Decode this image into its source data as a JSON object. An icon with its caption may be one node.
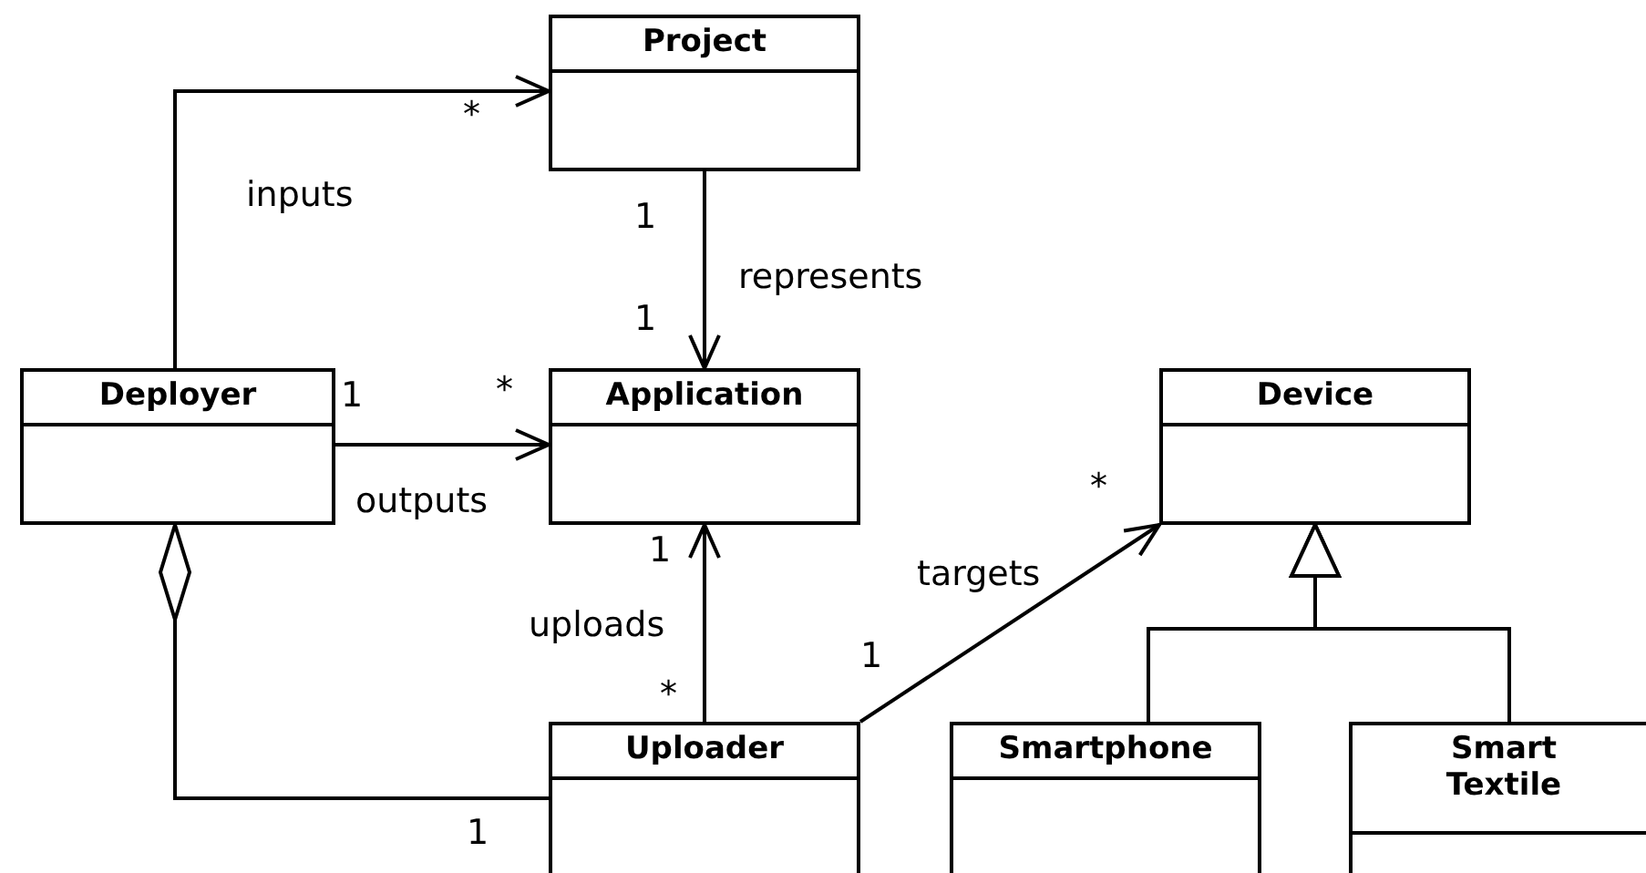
{
  "diagram": {
    "nodes": [
      {
        "text": [
          "Project"
        ]
      },
      {
        "text": [
          "Deployer"
        ]
      },
      {
        "text": [
          "Application"
        ]
      },
      {
        "text": [
          "Device"
        ]
      },
      {
        "text": [
          "Uploader"
        ]
      },
      {
        "text": [
          "Smartphone"
        ]
      },
      {
        "text": [
          "Smart Textile"
        ]
      }
    ],
    "edges": [
      {
        "from": 1,
        "to": 0,
        "arrow": "to",
        "label": "inputs"
      },
      {
        "from": 0,
        "to": 2,
        "arrow": "to",
        "label": "represents"
      },
      {
        "from": 1,
        "to": 2,
        "arrow": "to",
        "label": "outputs"
      },
      {
        "from": 4,
        "to": 2,
        "arrow": "to",
        "label": "uploads"
      },
      {
        "from": 4,
        "to": 3,
        "arrow": "to",
        "label": "targets"
      },
      {
        "from": 4,
        "to": 1,
        "arrow": "other"
      },
      {
        "from": 5,
        "to": 3,
        "arrow": "to"
      },
      {
        "from": 6,
        "to": 3,
        "arrow": "to"
      }
    ],
    "labels": [
      "*",
      "1",
      "1",
      "1",
      "*",
      "*",
      "1",
      "*",
      "1",
      "1"
    ]
  }
}
